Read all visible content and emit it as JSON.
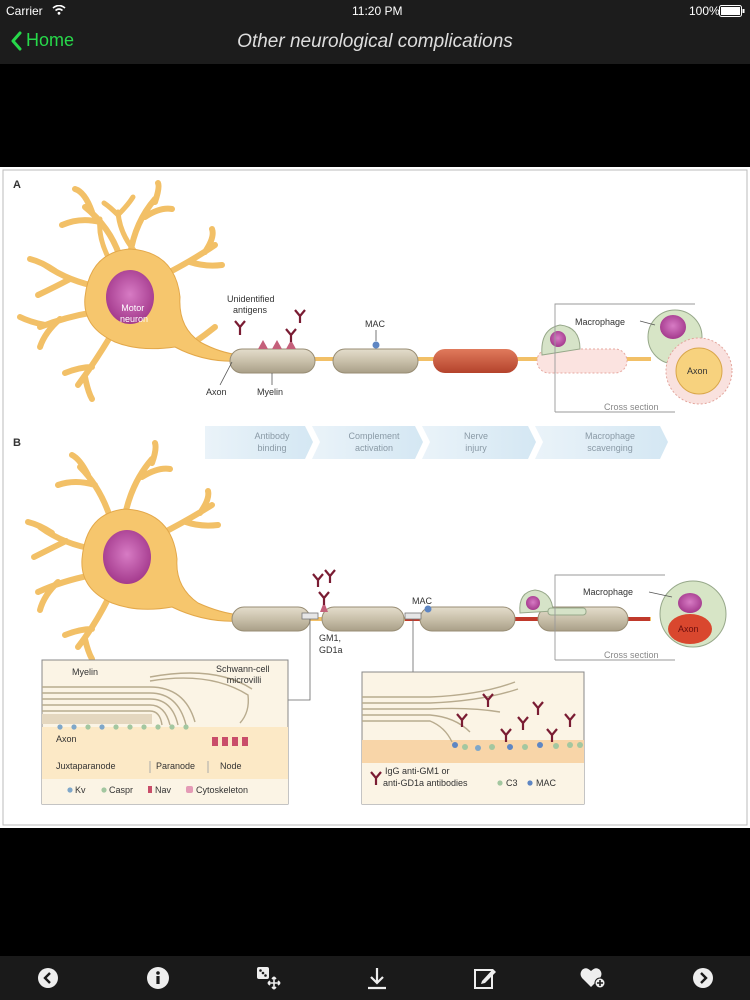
{
  "status": {
    "carrier": "Carrier",
    "time": "11:20 PM",
    "battery": "100%"
  },
  "nav": {
    "back_label": "Home",
    "title": "Other neurological complications"
  },
  "figure": {
    "panel_a": {
      "letter": "A",
      "motor_neuron": [
        "Motor",
        "neuron"
      ],
      "unidentified_antigens": [
        "Unidentified",
        "antigens"
      ],
      "mac": "MAC",
      "axon": "Axon",
      "myelin": "Myelin",
      "macrophage": "Macrophage",
      "axon_cross": "Axon",
      "cross_section": "Cross section"
    },
    "steps": [
      [
        "Antibody",
        "binding"
      ],
      [
        "Complement",
        "activation"
      ],
      [
        "Nerve",
        "injury"
      ],
      [
        "Macrophage",
        "scavenging"
      ]
    ],
    "panel_b": {
      "letter": "B",
      "gm1": [
        "GM1,",
        "GD1a"
      ],
      "mac": "MAC",
      "macrophage": "Macrophage",
      "axon_cross": "Axon",
      "cross_section": "Cross section"
    },
    "inset_left": {
      "myelin": "Myelin",
      "schwann": [
        "Schwann-cell",
        "microvilli"
      ],
      "axon": "Axon",
      "juxtaparanode": "Juxtaparanode",
      "paranode": "Paranode",
      "node": "Node",
      "legend": [
        "Kv",
        "Caspr",
        "Nav",
        "Cytoskeleton"
      ]
    },
    "inset_right": {
      "igg": [
        "IgG anti-GM1 or",
        "anti-GD1a antibodies"
      ],
      "c3": "C3",
      "mac": "MAC"
    }
  },
  "toolbar": [
    {
      "icon": "back-arrow-icon"
    },
    {
      "icon": "info-icon"
    },
    {
      "icon": "dice-move-icon"
    },
    {
      "icon": "download-icon"
    },
    {
      "icon": "edit-note-icon"
    },
    {
      "icon": "favorite-add-icon"
    },
    {
      "icon": "forward-arrow-icon"
    }
  ],
  "colors": {
    "accent_green": "#27d84a",
    "neuron": "#f5c46a",
    "nucleus": "#b94aa0",
    "axon_injury": "#c0392b"
  }
}
